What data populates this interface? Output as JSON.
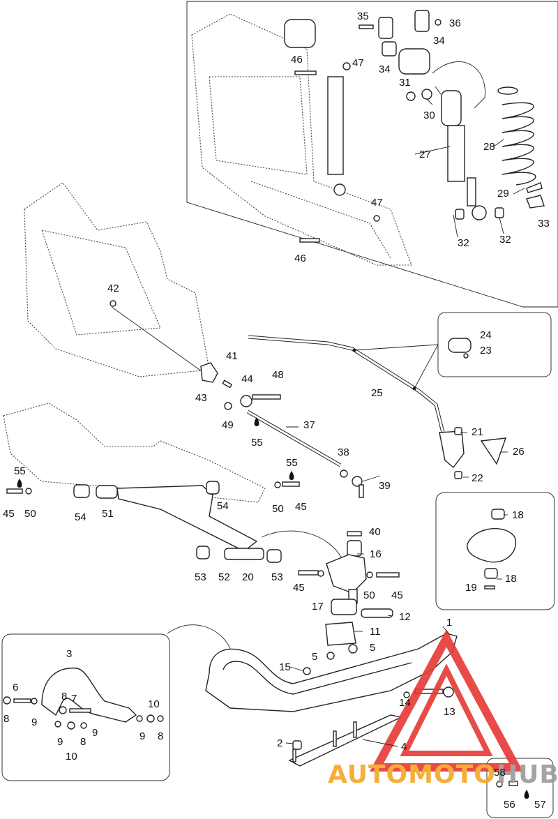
{
  "watermark": {
    "text_part1": "AUTOMOTO",
    "text_part2": "HUB",
    "color_orange": "#f5a623",
    "color_gray": "#9b9b9b",
    "color_red": "#e53935"
  },
  "callouts": {
    "c1": "1",
    "c2": "2",
    "c3": "3",
    "c4": "4",
    "c5a": "5",
    "c5b": "5",
    "c6": "6",
    "c7": "7",
    "c8a": "8",
    "c8b": "8",
    "c8c": "8",
    "c8d": "8",
    "c9a": "9",
    "c9b": "9",
    "c9c": "9",
    "c9d": "9",
    "c10a": "10",
    "c10b": "10",
    "c11": "11",
    "c12": "12",
    "c13": "13",
    "c14": "14",
    "c15": "15",
    "c16": "16",
    "c17": "17",
    "c18a": "18",
    "c18b": "18",
    "c19": "19",
    "c20": "20",
    "c21": "21",
    "c22": "22",
    "c23": "23",
    "c24": "24",
    "c25": "25",
    "c26": "26",
    "c27": "27",
    "c28": "28",
    "c29": "29",
    "c30": "30",
    "c31": "31",
    "c32a": "32",
    "c32b": "32",
    "c33": "33",
    "c34a": "34",
    "c34b": "34",
    "c35": "35",
    "c36": "36",
    "c37": "37",
    "c38": "38",
    "c39": "39",
    "c40": "40",
    "c41": "41",
    "c42": "42",
    "c43": "43",
    "c44": "44",
    "c45a": "45",
    "c45b": "45",
    "c45c": "45",
    "c45d": "45",
    "c46a": "46",
    "c46b": "46",
    "c47a": "47",
    "c47b": "47",
    "c48": "48",
    "c49": "49",
    "c50a": "50",
    "c50b": "50",
    "c50c": "50",
    "c51": "51",
    "c52": "52",
    "c53a": "53",
    "c53b": "53",
    "c54a": "54",
    "c54b": "54",
    "c55a": "55",
    "c55b": "55",
    "c55c": "55",
    "c56": "56",
    "c57": "57",
    "c58": "58"
  }
}
